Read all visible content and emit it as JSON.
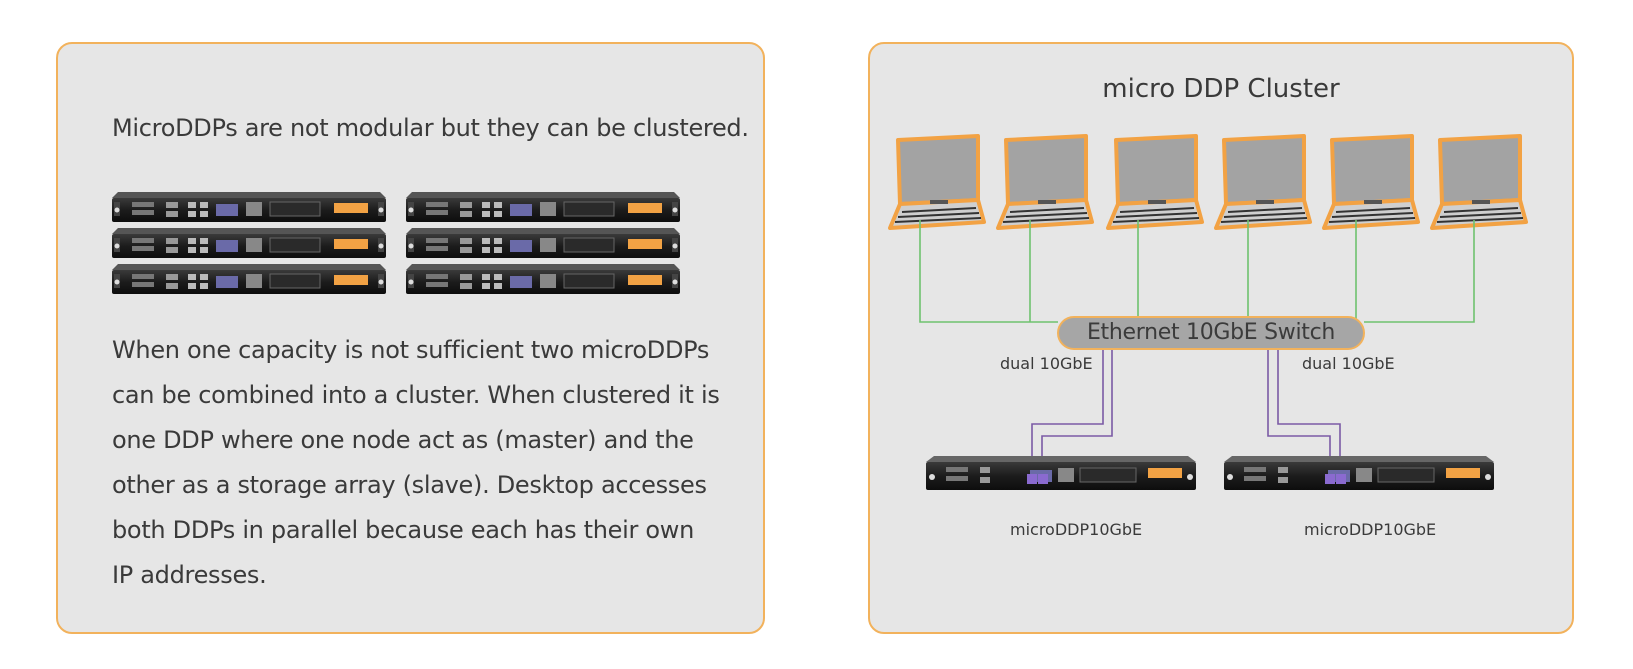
{
  "left_panel": {
    "intro": "MicroDDPs are not modular but they can be clustered.",
    "description": "When one capacity is not sufficient two microDDPs can be combined into a cluster.  When clustered it is one DDP where one node act as (master) and the other as a storage array (slave). Desktop accesses both DDPs in parallel because each has their own IP addresses."
  },
  "right_panel": {
    "title": "micro DDP Cluster",
    "switch_label": "Ethernet 10GbE Switch",
    "link_label_left": "dual 10GbE",
    "link_label_right": "dual 10GbE",
    "node_left_label": "microDDP10GbE",
    "node_right_label": "microDDP10GbE"
  },
  "colors": {
    "panel_border": "#f2b25c",
    "panel_bg": "#e6e6e6",
    "laptop_link": "#6ec26e",
    "storage_link": "#7b5aa6"
  }
}
